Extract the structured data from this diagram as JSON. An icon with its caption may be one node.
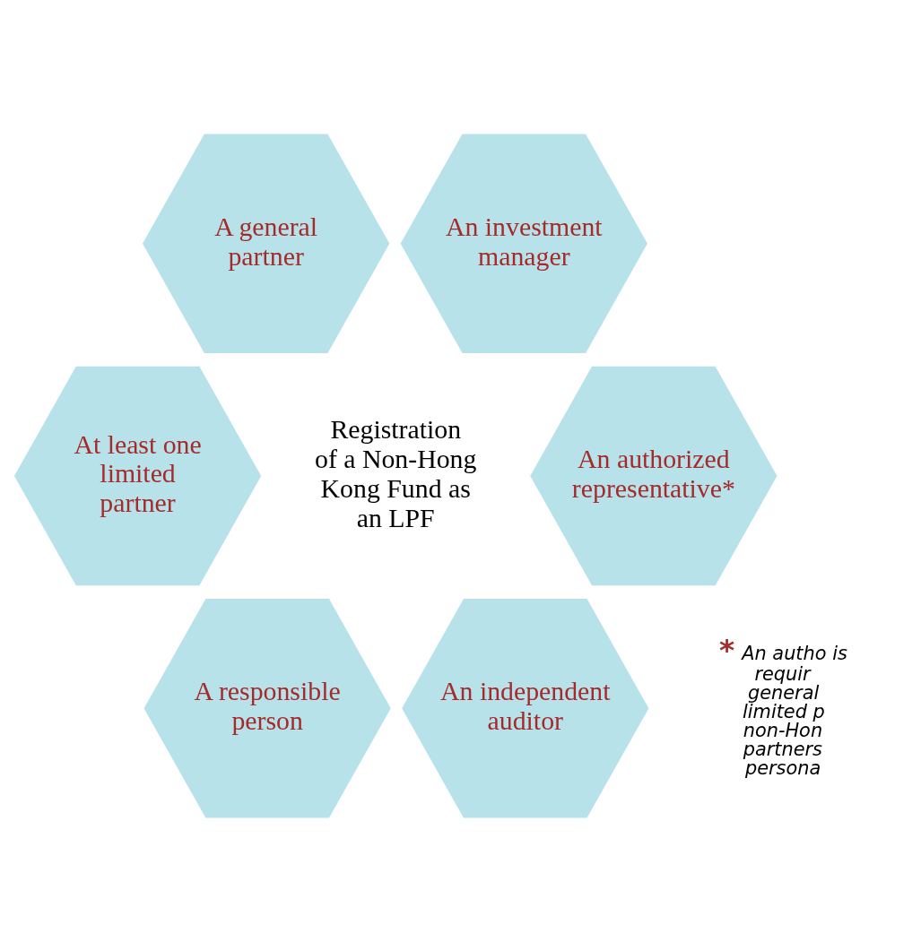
{
  "diagram": {
    "nodes": [
      {
        "text": [
          "A general partner"
        ]
      },
      {
        "text": [
          "An investment manager"
        ]
      },
      {
        "text": [
          "At least one limited partner"
        ]
      },
      {
        "text": [
          "Registration of a Non-Hong Kong Fund as an LPF"
        ]
      },
      {
        "text": [
          "An authorized representative*"
        ]
      },
      {
        "text": [
          "A responsible person"
        ]
      },
      {
        "text": [
          "An independent auditor"
        ]
      }
    ],
    "edges": [],
    "labels": [
      "*",
      "An autho is requir general limited p non-Hon partners persona"
    ]
  }
}
